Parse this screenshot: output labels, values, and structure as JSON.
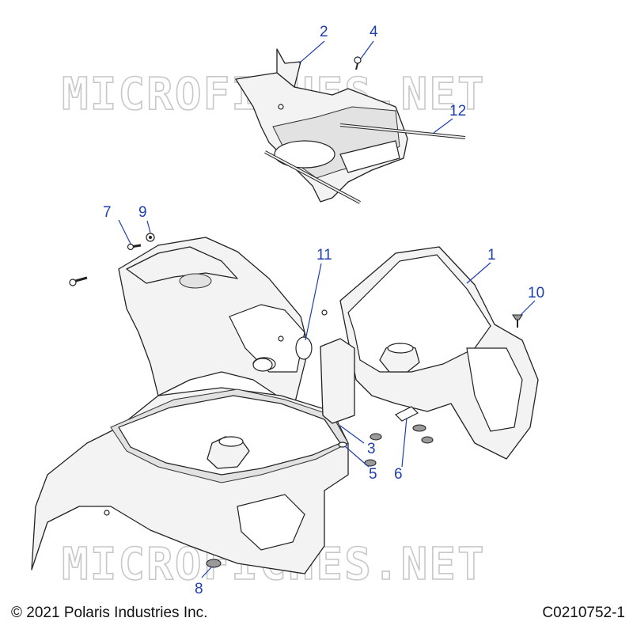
{
  "watermark": "MICROFICHES.NET",
  "footer": {
    "copyright": "© 2021 Polaris Industries Inc.",
    "drawing_id": "C0210752-1"
  },
  "callouts": {
    "c1": "1",
    "c2": "2",
    "c3": "3",
    "c4": "4",
    "c5": "5",
    "c6": "6",
    "c7": "7",
    "c8": "8",
    "c9": "9",
    "c10": "10",
    "c11": "11",
    "c12": "12"
  },
  "colors": {
    "callout": "#1f3fb0",
    "watermark": "#c8c8c8"
  }
}
